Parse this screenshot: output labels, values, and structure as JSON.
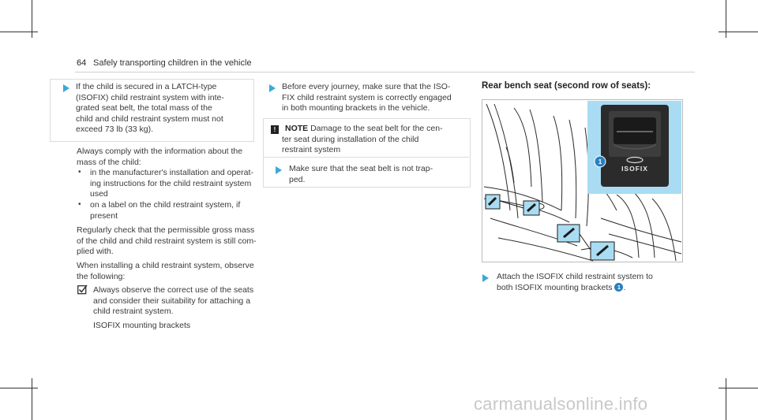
{
  "header": {
    "page_number": "64",
    "title": "Safely transporting children in the vehicle"
  },
  "left_column": {
    "tip_box_text": "If the child is secured in a LATCH-type (ISOFIX) child restraint system with integrated seat belt, the total mass of the child and child restraint system must not exceed 73 lb (33 kg).",
    "tip_lines": [
      "If the child is secured in a LATCH-type",
      "(ISOFIX) child restraint system with inte-",
      "grated seat belt, the total mass of the",
      "child and child restraint system must not",
      "exceed 73 lb (33 kg)."
    ],
    "intro_lines": [
      "Always comply with the information about the",
      "mass of the child:"
    ],
    "bullets": [
      [
        "in the manufacturer's installation and operat-",
        "ing instructions for the child restraint system",
        "used"
      ],
      [
        "on a label on the child restraint system, if",
        "present"
      ]
    ],
    "para2_lines": [
      "Regularly check that the permissible gross mass",
      "of the child and child restraint system is still com-",
      "plied with."
    ],
    "para3_lines": [
      "When installing a child restraint system, observe",
      "the following:"
    ],
    "check_lines": [
      "Always observe the correct use of the seats",
      "and consider their suitability for attaching a",
      "child restraint system."
    ],
    "isofix_label": "ISOFIX mounting brackets"
  },
  "middle_column": {
    "step_lines": [
      "Before every journey, make sure that the ISO-",
      "FIX child restraint system is correctly engaged",
      "in both mounting brackets in the vehicle."
    ],
    "note_title": "NOTE",
    "note_lines": [
      "Damage to the seat belt for the cen-",
      "ter seat during installation of the child",
      "restraint system"
    ],
    "note_step_lines": [
      "Make sure that the seat belt is not trap-",
      "ped."
    ]
  },
  "right_column": {
    "heading": "Rear bench seat (second row of seats):",
    "figure_badge": "1",
    "figure_logo_text": "ISOFIX",
    "step_lines": [
      "Attach the ISOFIX child restraint system to",
      "both ISOFIX mounting brackets"
    ],
    "step_badge": "1",
    "step_end": "."
  },
  "watermark": "carmanualsonline.info",
  "colors": {
    "accent_blue": "#3aa8d8",
    "badge_blue": "#2a7fc0",
    "figure_highlight": "#a9dcf2"
  }
}
